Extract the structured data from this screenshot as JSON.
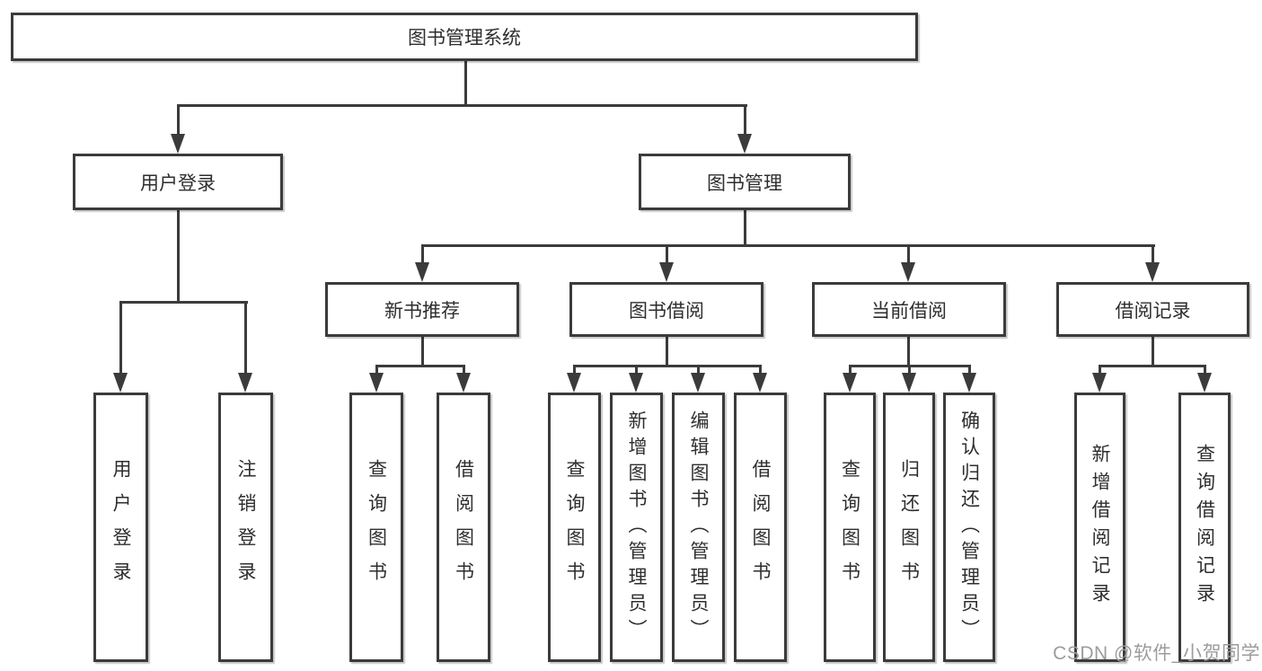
{
  "diagram": {
    "title_node": {
      "label": "图书管理系统"
    },
    "level2": [
      {
        "id": "user-login",
        "label": "用户登录"
      },
      {
        "id": "book-management",
        "label": "图书管理"
      }
    ],
    "level3": [
      {
        "id": "new-book-recommend",
        "label": "新书推荐"
      },
      {
        "id": "book-borrow",
        "label": "图书借阅"
      },
      {
        "id": "current-borrow",
        "label": "当前借阅"
      },
      {
        "id": "borrow-record",
        "label": "借阅记录"
      }
    ],
    "leaves": [
      {
        "id": "user-login",
        "parent": "user-login",
        "label": "用户登录"
      },
      {
        "id": "logout",
        "parent": "user-login",
        "label": "注销登录"
      },
      {
        "id": "query-book-1",
        "parent": "new-book-recommend",
        "label": "查询图书"
      },
      {
        "id": "borrow-book-1",
        "parent": "new-book-recommend",
        "label": "借阅图书"
      },
      {
        "id": "query-book-2",
        "parent": "book-borrow",
        "label": "查询图书"
      },
      {
        "id": "add-book-admin",
        "parent": "book-borrow",
        "label": "新增图书（管理员）"
      },
      {
        "id": "edit-book-admin",
        "parent": "book-borrow",
        "label": "编辑图书（管理员）"
      },
      {
        "id": "borrow-book-2",
        "parent": "book-borrow",
        "label": "借阅图书"
      },
      {
        "id": "query-book-3",
        "parent": "current-borrow",
        "label": "查询图书"
      },
      {
        "id": "return-book",
        "parent": "current-borrow",
        "label": "归还图书"
      },
      {
        "id": "confirm-return-admin",
        "parent": "current-borrow",
        "label": "确认归还（管理员）"
      },
      {
        "id": "add-borrow-record",
        "parent": "borrow-record",
        "label": "新增借阅记录"
      },
      {
        "id": "query-borrow-record",
        "parent": "borrow-record",
        "label": "查询借阅记录"
      }
    ],
    "watermark": "CSDN @软件_小贺同学",
    "colors": {
      "line": "#3b3b3b",
      "text": "#2e2e2e",
      "watermark": "#9c9c9c",
      "background": "#ffffff"
    }
  }
}
